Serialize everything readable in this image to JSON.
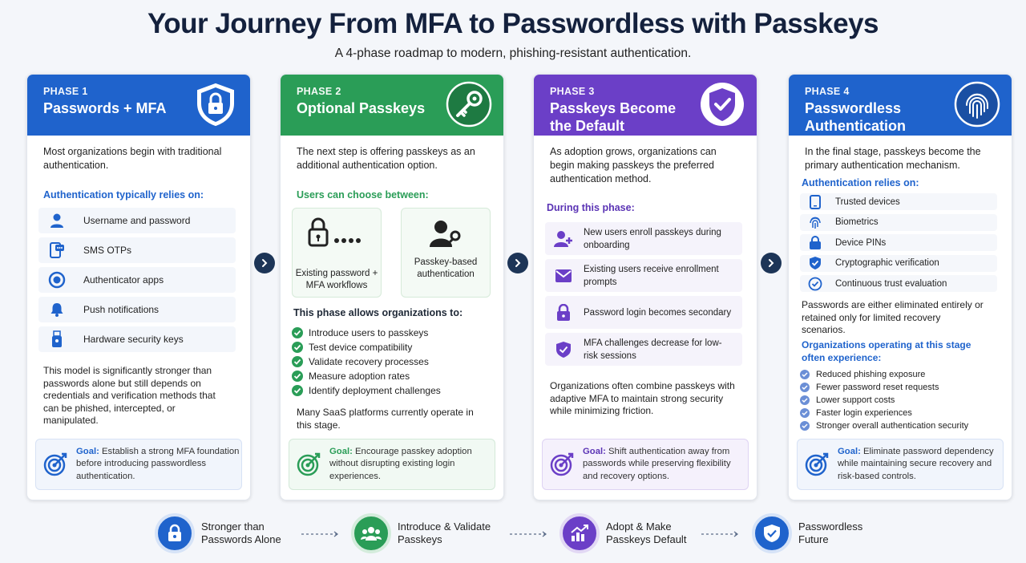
{
  "title": "Your Journey From MFA to Passwordless with Passkeys",
  "subtitle": "A 4-phase roadmap to modern, phishing-resistant authentication.",
  "colors": {
    "blue": "#1f63cc",
    "green": "#2a9d57",
    "purple": "#6b3fc7",
    "navy": "#14213d"
  },
  "phases": [
    {
      "num": "PHASE 1",
      "title": "Passwords + MFA",
      "icon": "lock-shield-icon",
      "intro": "Most organizations begin with traditional authentication.",
      "section": "Authentication typically relies on:",
      "items": [
        {
          "label": "Username and password",
          "icon": "user-icon"
        },
        {
          "label": "SMS OTPs",
          "icon": "phone-message-icon"
        },
        {
          "label": "Authenticator apps",
          "icon": "authenticator-icon"
        },
        {
          "label": "Push notifications",
          "icon": "bell-icon"
        },
        {
          "label": "Hardware security keys",
          "icon": "usb-key-icon"
        }
      ],
      "outro": "This model is significantly stronger than passwords alone but still depends on credentials and verification methods that can be phished, intercepted, or manipulated.",
      "goal_key": "Goal:",
      "goal_text": " Establish a strong MFA foundation before introducing passwordless authentication."
    },
    {
      "num": "PHASE 2",
      "title": "Optional Passkeys",
      "icon": "key-icon",
      "intro": "The next step is offering passkeys as an additional authentication option.",
      "section": "Users can choose between:",
      "choices": [
        {
          "label": "Existing password + MFA workflows",
          "icon": "lock-password-icon"
        },
        {
          "label": "Passkey-based authentication",
          "icon": "user-key-icon"
        }
      ],
      "section2": "This phase allows organizations to:",
      "checks": [
        "Introduce users to passkeys",
        "Test device compatibility",
        "Validate recovery processes",
        "Measure adoption rates",
        "Identify deployment challenges"
      ],
      "outro": "Many SaaS platforms currently operate in this stage.",
      "goal_key": "Goal:",
      "goal_text": " Encourage passkey adoption without disrupting existing login experiences."
    },
    {
      "num": "PHASE 3",
      "title": "Passkeys Become the Default",
      "icon": "shield-check-icon",
      "intro": "As adoption grows, organizations can begin making passkeys the preferred authentication method.",
      "section": "During this phase:",
      "items": [
        {
          "label": "New users enroll passkeys during onboarding",
          "icon": "add-user-icon"
        },
        {
          "label": "Existing users receive enrollment prompts",
          "icon": "envelope-icon"
        },
        {
          "label": "Password login becomes secondary",
          "icon": "lock-icon"
        },
        {
          "label": "MFA challenges decrease for low-risk sessions",
          "icon": "shield-check-icon"
        }
      ],
      "outro": "Organizations often combine passkeys with adaptive MFA to maintain strong security while minimizing friction.",
      "goal_key": "Goal:",
      "goal_text": " Shift authentication away from passwords while preserving flexibility and recovery options."
    },
    {
      "num": "PHASE 4",
      "title": "Passwordless Authentication",
      "icon": "fingerprint-icon",
      "intro": "In the final stage, passkeys become the primary authentication mechanism.",
      "section": "Authentication relies on:",
      "items": [
        {
          "label": "Trusted devices",
          "icon": "smartphone-icon"
        },
        {
          "label": "Biometrics",
          "icon": "fingerprint-icon"
        },
        {
          "label": "Device PINs",
          "icon": "lock-icon"
        },
        {
          "label": "Cryptographic verification",
          "icon": "shield-check-icon"
        },
        {
          "label": "Continuous trust evaluation",
          "icon": "check-circle-icon"
        }
      ],
      "outro": "Passwords are either eliminated entirely or retained only for limited recovery scenarios.",
      "section2": "Organizations operating at this stage often experience:",
      "bullets": [
        "Reduced phishing exposure",
        "Fewer password reset requests",
        "Lower support costs",
        "Faster login experiences",
        "Stronger overall authentication security"
      ],
      "goal_key": "Goal:",
      "goal_text": " Eliminate password dependency while maintaining secure recovery and risk-based controls."
    }
  ],
  "flow": [
    {
      "label": "Stronger than Passwords Alone",
      "icon": "lock-icon"
    },
    {
      "label": "Introduce & Validate Passkeys",
      "icon": "group-icon"
    },
    {
      "label": "Adopt & Make Passkeys Default",
      "icon": "growth-chart-icon"
    },
    {
      "label": "Passwordless Future",
      "icon": "shield-check-icon"
    }
  ]
}
